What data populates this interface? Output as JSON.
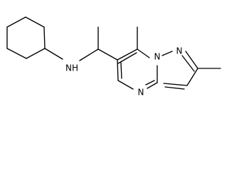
{
  "structure": {
    "atoms": {
      "amine_nitrogen": "NH",
      "bridgehead_nitrogen": "N",
      "pyrazole_nitrogen": "N",
      "pyrimidine_nitrogen": "N"
    }
  }
}
